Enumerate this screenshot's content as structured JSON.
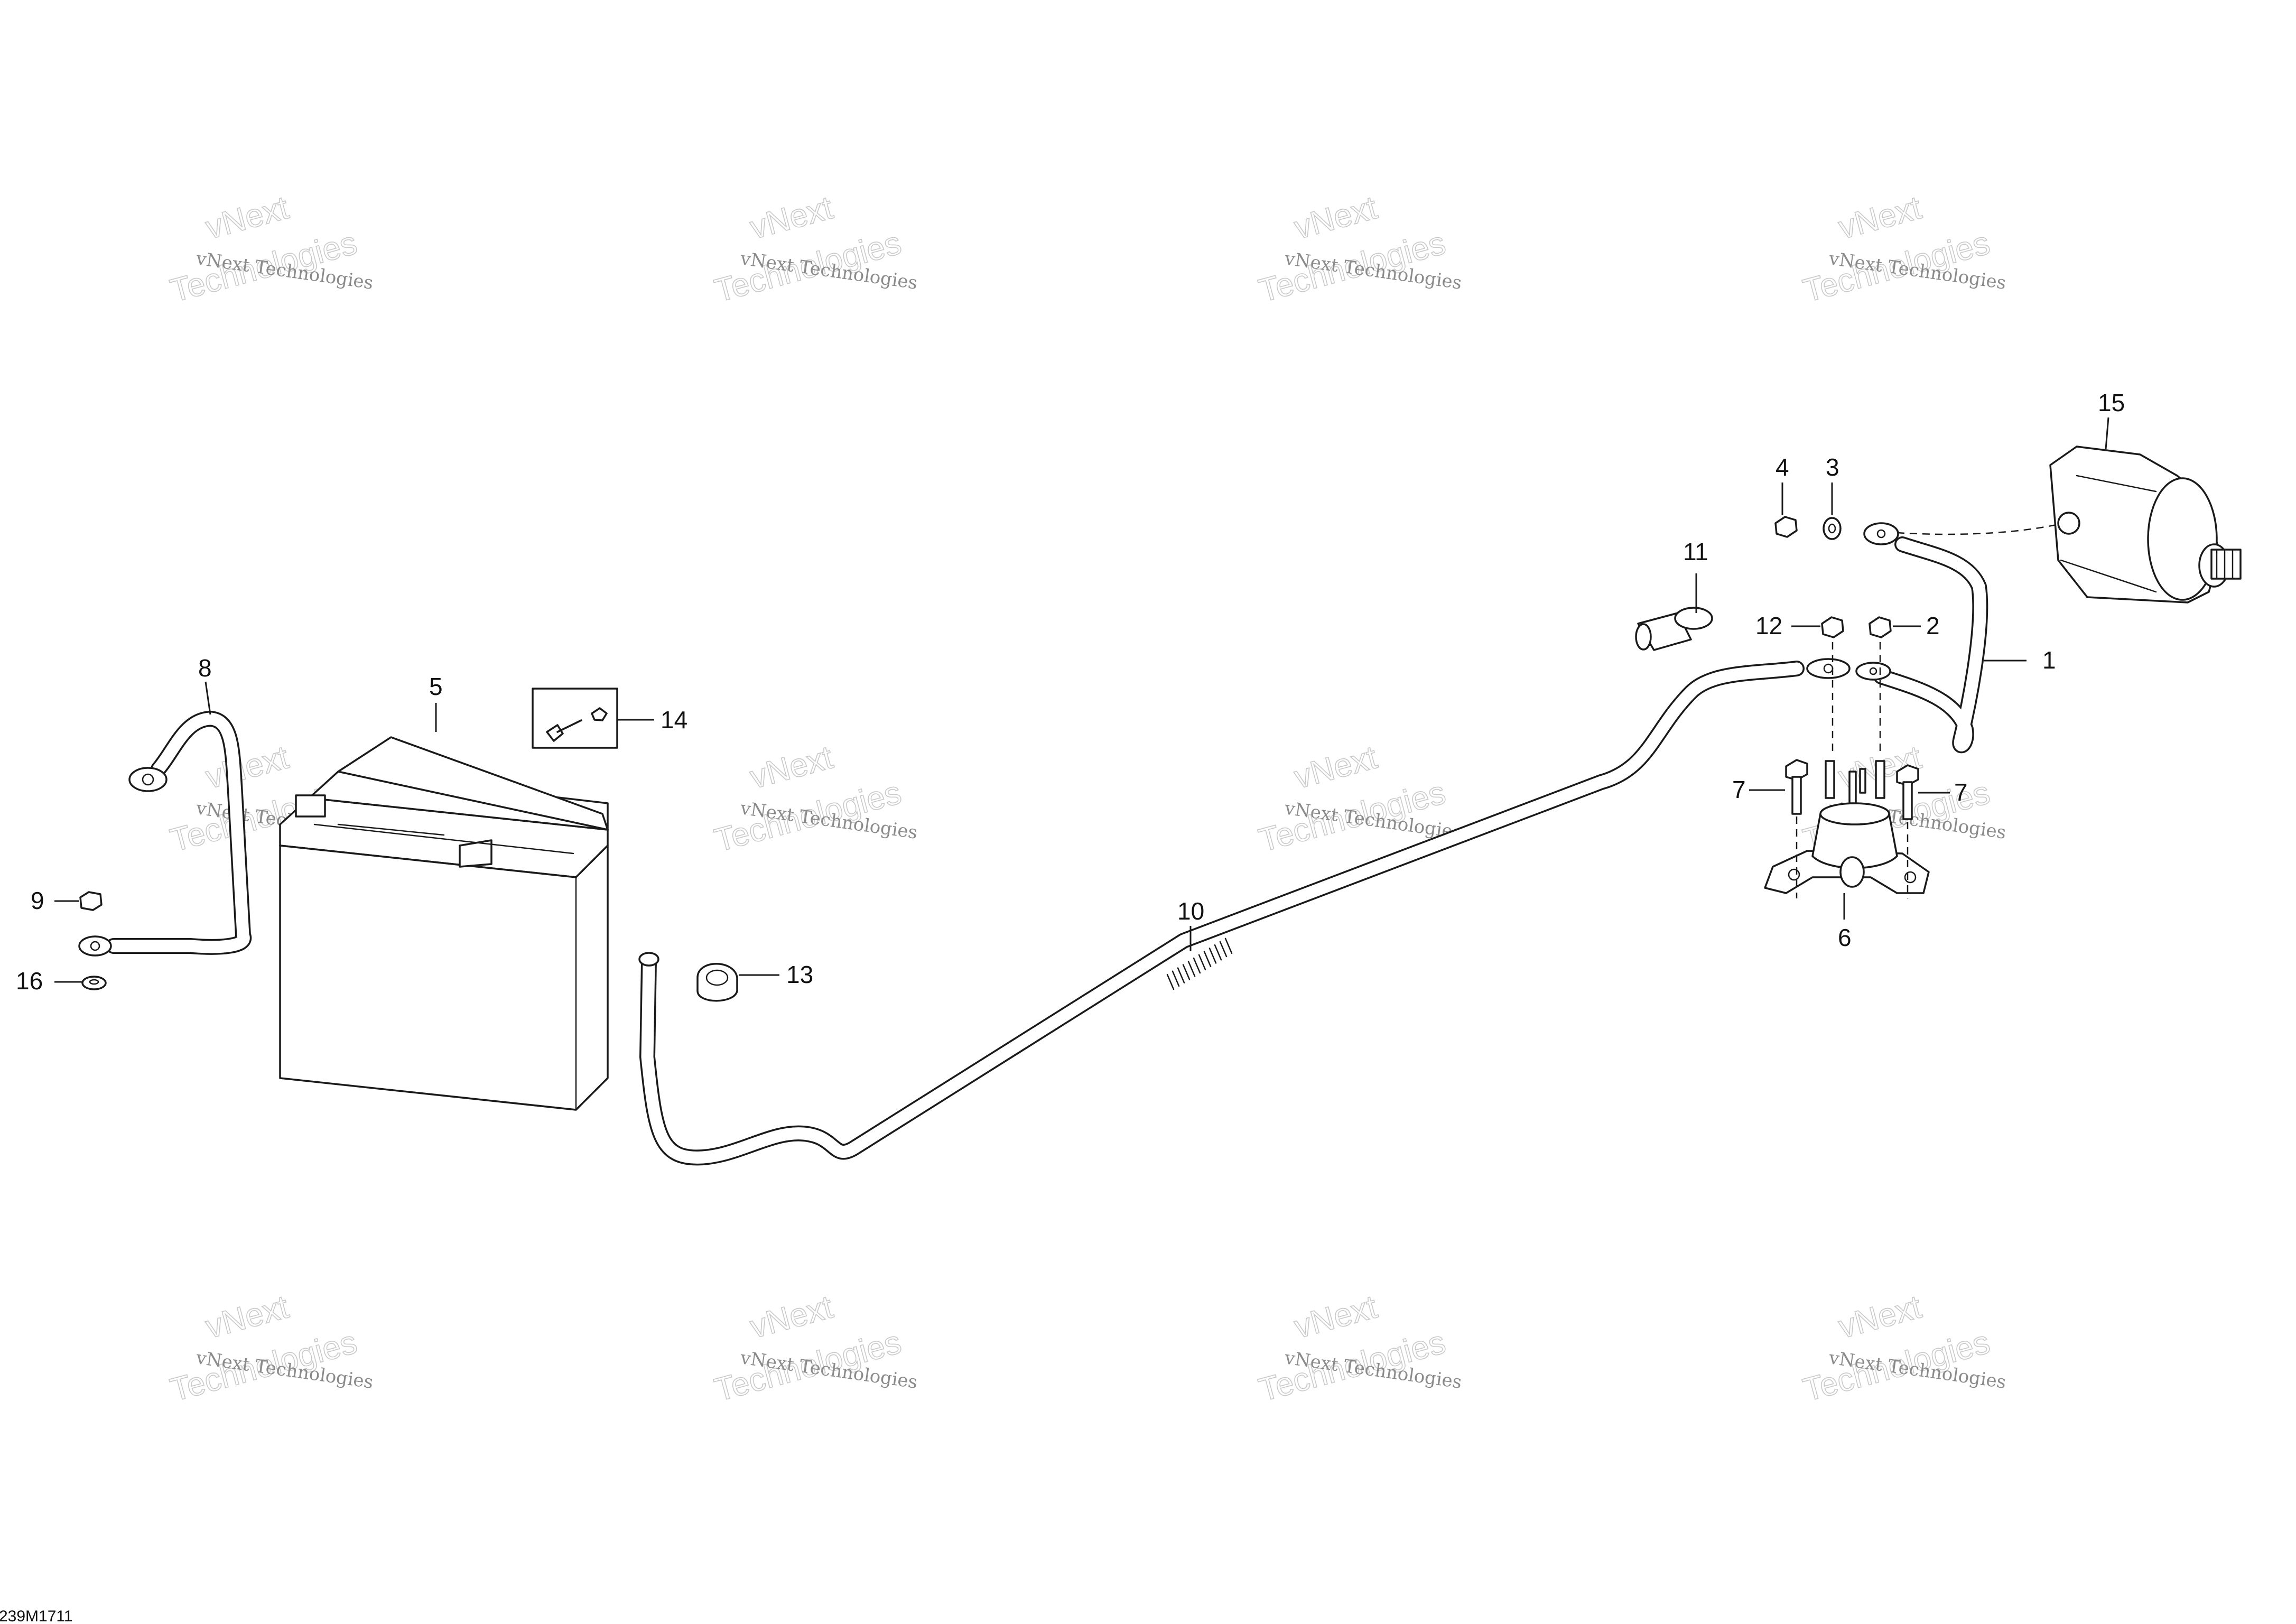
{
  "diagram": {
    "callouts": [
      {
        "id": "c1",
        "label": "1"
      },
      {
        "id": "c2",
        "label": "2"
      },
      {
        "id": "c3",
        "label": "3"
      },
      {
        "id": "c4",
        "label": "4"
      },
      {
        "id": "c5",
        "label": "5"
      },
      {
        "id": "c6",
        "label": "6"
      },
      {
        "id": "c7a",
        "label": "7"
      },
      {
        "id": "c7b",
        "label": "7"
      },
      {
        "id": "c8",
        "label": "8"
      },
      {
        "id": "c9",
        "label": "9"
      },
      {
        "id": "c10",
        "label": "10"
      },
      {
        "id": "c11",
        "label": "11"
      },
      {
        "id": "c12",
        "label": "12"
      },
      {
        "id": "c13",
        "label": "13"
      },
      {
        "id": "c14",
        "label": "14"
      },
      {
        "id": "c15",
        "label": "15"
      },
      {
        "id": "c16",
        "label": "16"
      }
    ],
    "watermark": {
      "line1": "vNext Technologies",
      "line2": "Technologies",
      "line2_top": "vNext"
    },
    "drawing_code": "239M1711"
  }
}
